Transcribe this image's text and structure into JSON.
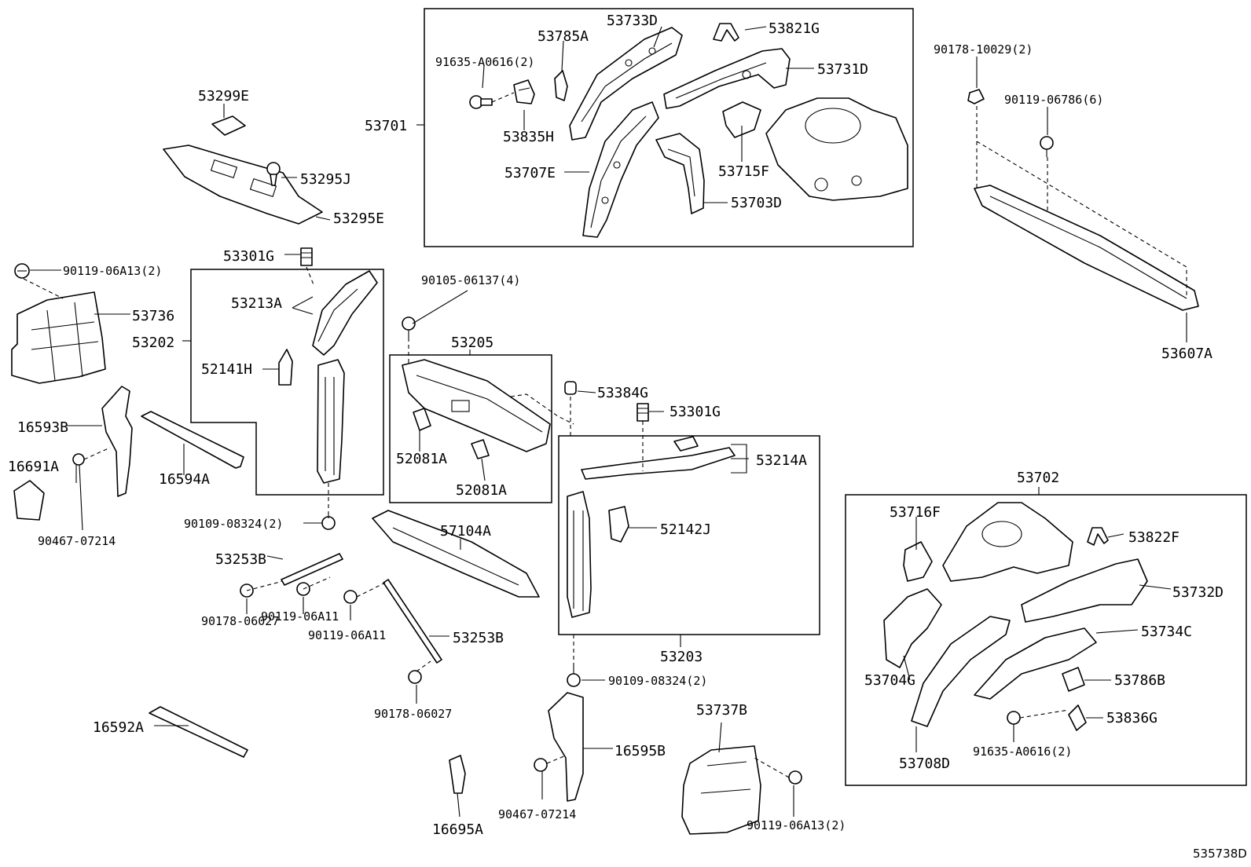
{
  "diagram_id": "535738D",
  "labels": {
    "p53733D": "53733D",
    "p53821G": "53821G",
    "p53785A": "53785A",
    "p91635A0616_top": "91635-A0616(2)",
    "p53731D": "53731D",
    "p53701": "53701",
    "p53835H": "53835H",
    "p53707E": "53707E",
    "p53715F": "53715F",
    "p53703D": "53703D",
    "p53299E": "53299E",
    "p53295J": "53295J",
    "p53295E": "53295E",
    "p90178_10029": "90178-10029(2)",
    "p90119_06786": "90119-06786(6)",
    "p53607A": "53607A",
    "p53301G_left": "53301G",
    "p90119_06A13_top": "90119-06A13(2)",
    "p53736": "53736",
    "p53213A": "53213A",
    "p53202": "53202",
    "p52141H": "52141H",
    "p90105_06137": "90105-06137(4)",
    "p53205": "53205",
    "p53384G": "53384G",
    "p53301G_right": "53301G",
    "p52081A_1": "52081A",
    "p52081A_2": "52081A",
    "p53214A": "53214A",
    "p16593B": "16593B",
    "p16691A": "16691A",
    "p16594A": "16594A",
    "p90467_07214_left": "90467-07214",
    "p90109_08324_left": "90109-08324(2)",
    "p57104A": "57104A",
    "p52142J": "52142J",
    "p53253B_top": "53253B",
    "p90178_06027_left": "90178-06027",
    "p90119_06A11_a": "90119-06A11",
    "p90119_06A11_b": "90119-06A11",
    "p53253B_bottom": "53253B",
    "p53203": "53203",
    "p90109_08324_right": "90109-08324(2)",
    "p90178_06027_right": "90178-06027",
    "p16592A": "16592A",
    "p16595B": "16595B",
    "p90467_07214_right": "90467-07214",
    "p16695A": "16695A",
    "p53737B": "53737B",
    "p90119_06A13_bottom": "90119-06A13(2)",
    "p53702": "53702",
    "p53716F": "53716F",
    "p53822F": "53822F",
    "p53732D": "53732D",
    "p53734C": "53734C",
    "p53704G": "53704G",
    "p53786B": "53786B",
    "p53836G": "53836G",
    "p91635A0616_bottom": "91635-A0616(2)",
    "p53708D": "53708D"
  }
}
